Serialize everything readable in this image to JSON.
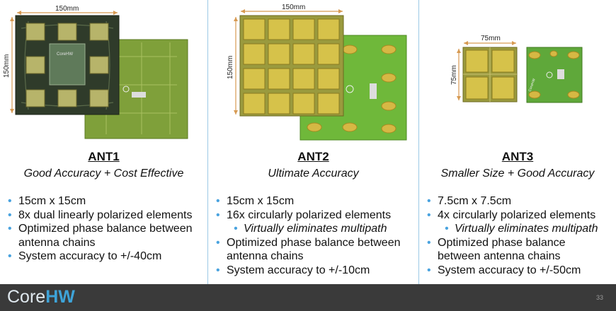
{
  "columns": [
    {
      "title": "ANT1",
      "subtitle": "Good Accuracy + Cost Effective",
      "dim_h": "150mm",
      "dim_v": "150mm",
      "board_label": "CoreHW",
      "bullets": [
        {
          "text": "15cm x 15cm",
          "sub": false
        },
        {
          "text": "8x dual linearly polarized elements",
          "sub": false
        },
        {
          "text": "Optimized phase balance between",
          "sub": false,
          "cont": true
        },
        {
          "text": "antenna chains",
          "sub": false,
          "wrap": true
        },
        {
          "text": "System accuracy to +/-40cm",
          "sub": false
        }
      ]
    },
    {
      "title": "ANT2",
      "subtitle": "Ultimate Accuracy",
      "dim_h": "150mm",
      "dim_v": "150mm",
      "bullets": [
        {
          "text": "15cm x 15cm",
          "sub": false
        },
        {
          "text": "16x circularly polarized elements",
          "sub": false
        },
        {
          "text": "Virtually eliminates multipath",
          "sub": true
        },
        {
          "text": "Optimized phase balance between",
          "sub": false
        },
        {
          "text": "antenna chains",
          "sub": false,
          "wrap": true
        },
        {
          "text": "System accuracy to +/-10cm",
          "sub": false
        }
      ]
    },
    {
      "title": "ANT3",
      "subtitle": "Smaller Size + Good Accuracy",
      "dim_h": "75mm",
      "dim_v": "75mm",
      "board_label": "CoreHW",
      "bullets": [
        {
          "text": "7.5cm x 7.5cm",
          "sub": false
        },
        {
          "text": "4x circularly polarized elements",
          "sub": false
        },
        {
          "text": "Virtually eliminates multipath",
          "sub": true
        },
        {
          "text": "Optimized phase balance",
          "sub": false
        },
        {
          "text": "between antenna chains",
          "sub": false,
          "wrap": true
        },
        {
          "text": "System accuracy to +/-50cm",
          "sub": false
        }
      ]
    }
  ],
  "footer": {
    "logo_core": "Core",
    "logo_hw": "HW",
    "page_number": "33"
  }
}
